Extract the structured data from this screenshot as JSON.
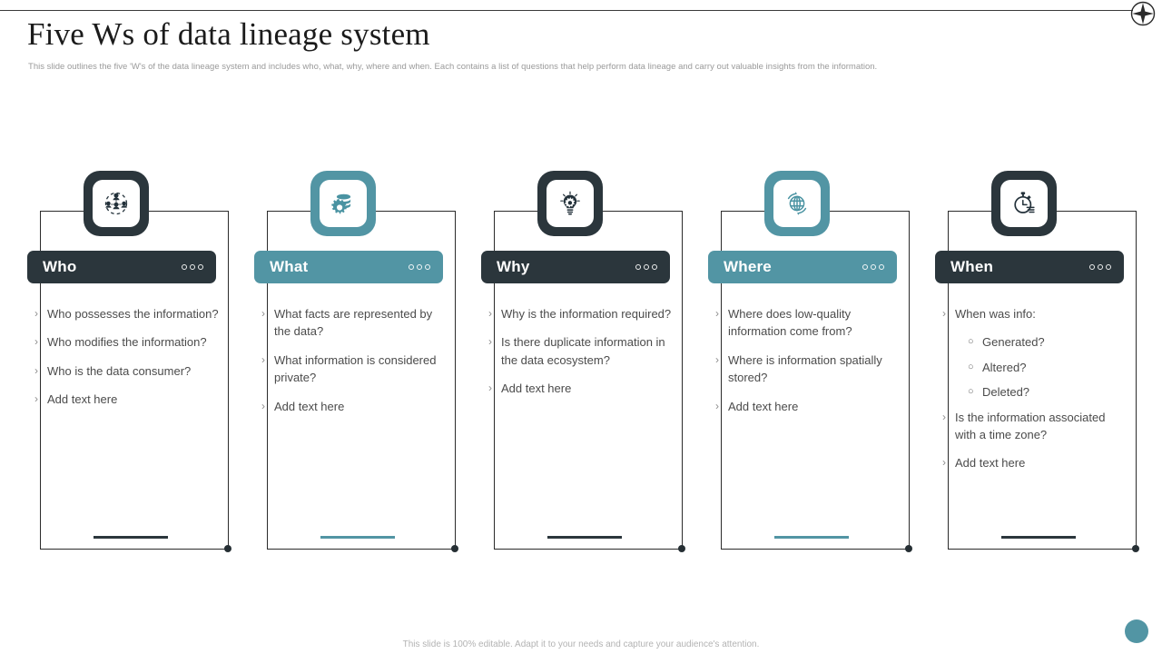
{
  "colors": {
    "dark": "#2b363c",
    "teal": "#5295a4",
    "text": "#4b4b4b",
    "muted": "#9a9a9a"
  },
  "header": {
    "title": "Five Ws of data lineage system",
    "subtitle": "This slide outlines the five 'W's of the data lineage system and includes who, what, why, where and when. Each contains a list of questions that help perform data lineage and carry out valuable insights from the information.",
    "logo_icon": "compass-star-logo-icon"
  },
  "cards": [
    {
      "key": "who",
      "label": "Who",
      "color": "#2b363c",
      "icon": "people-network-icon",
      "menu_icon": "three-dots-icon",
      "bullets": [
        {
          "text": "Who possesses the information?"
        },
        {
          "text": "Who modifies the information?"
        },
        {
          "text": "Who is the data consumer?"
        },
        {
          "text": "Add text here"
        }
      ]
    },
    {
      "key": "what",
      "label": "What",
      "color": "#5295a4",
      "icon": "database-gear-icon",
      "menu_icon": "three-dots-icon",
      "bullets": [
        {
          "text": "What facts are represented by the data?"
        },
        {
          "text": "What information is considered private?"
        },
        {
          "text": "Add text here"
        }
      ]
    },
    {
      "key": "why",
      "label": "Why",
      "color": "#2b363c",
      "icon": "lightbulb-gear-icon",
      "menu_icon": "three-dots-icon",
      "bullets": [
        {
          "text": "Why is the information required?"
        },
        {
          "text": "Is there duplicate information in the data ecosystem?"
        },
        {
          "text": "Add text here"
        }
      ]
    },
    {
      "key": "where",
      "label": "Where",
      "color": "#5295a4",
      "icon": "globe-rotate-icon",
      "menu_icon": "three-dots-icon",
      "bullets": [
        {
          "text": "Where does low-quality information come from?"
        },
        {
          "text": "Where is information spatially stored?"
        },
        {
          "text": "Add text here"
        }
      ]
    },
    {
      "key": "when",
      "label": "When",
      "color": "#2b363c",
      "icon": "stopwatch-icon",
      "menu_icon": "three-dots-icon",
      "bullets": [
        {
          "text": "When was info:",
          "sub": [
            "Generated?",
            "Altered?",
            "Deleted?"
          ]
        },
        {
          "text": "Is the information associated with a time zone?"
        },
        {
          "text": "Add text here"
        }
      ]
    }
  ],
  "footer": {
    "note": "This slide is 100% editable. Adapt it to your needs and capture your audience's attention."
  },
  "bullet_marker": "›",
  "sub_bullet_marker": "○"
}
